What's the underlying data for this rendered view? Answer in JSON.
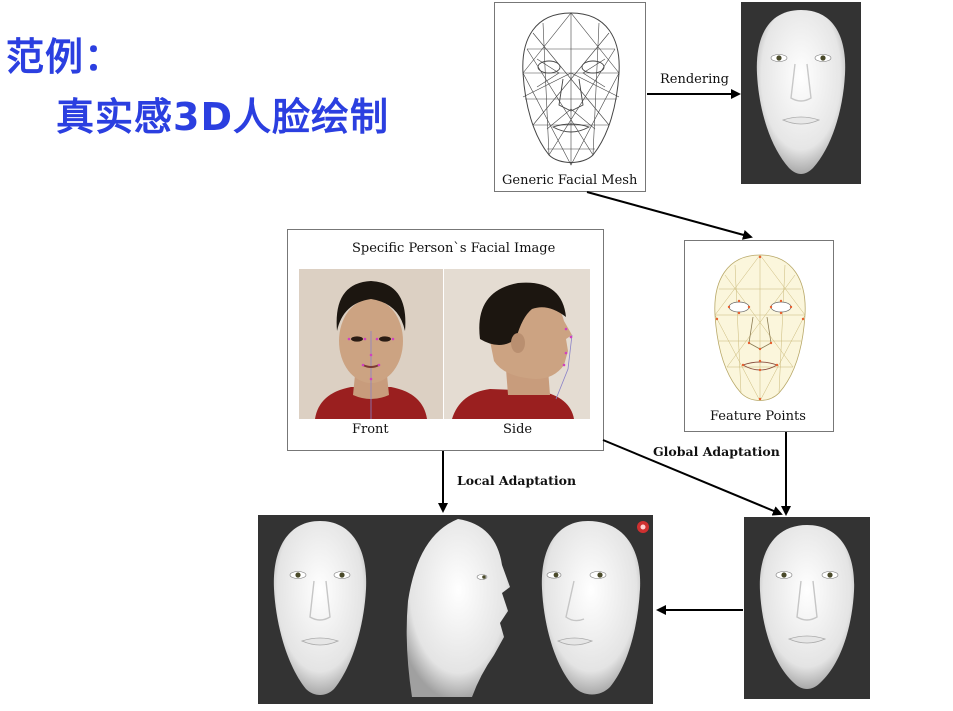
{
  "title": {
    "line1": "范例：",
    "line2": "真实感3D人脸绘制"
  },
  "nodes": {
    "mesh_caption": "Generic Facial Mesh",
    "photo_heading": "Specific Person`s Facial Image",
    "front_caption": "Front",
    "side_caption": "Side",
    "feature_caption": "Feature Points"
  },
  "edges": {
    "rendering": "Rendering",
    "global_adaptation": "Global Adaptation",
    "local_adaptation": "Local Adaptation"
  },
  "colors": {
    "title": "#2b3fe0",
    "render_bg": "#333333",
    "marker": "#e03030"
  }
}
